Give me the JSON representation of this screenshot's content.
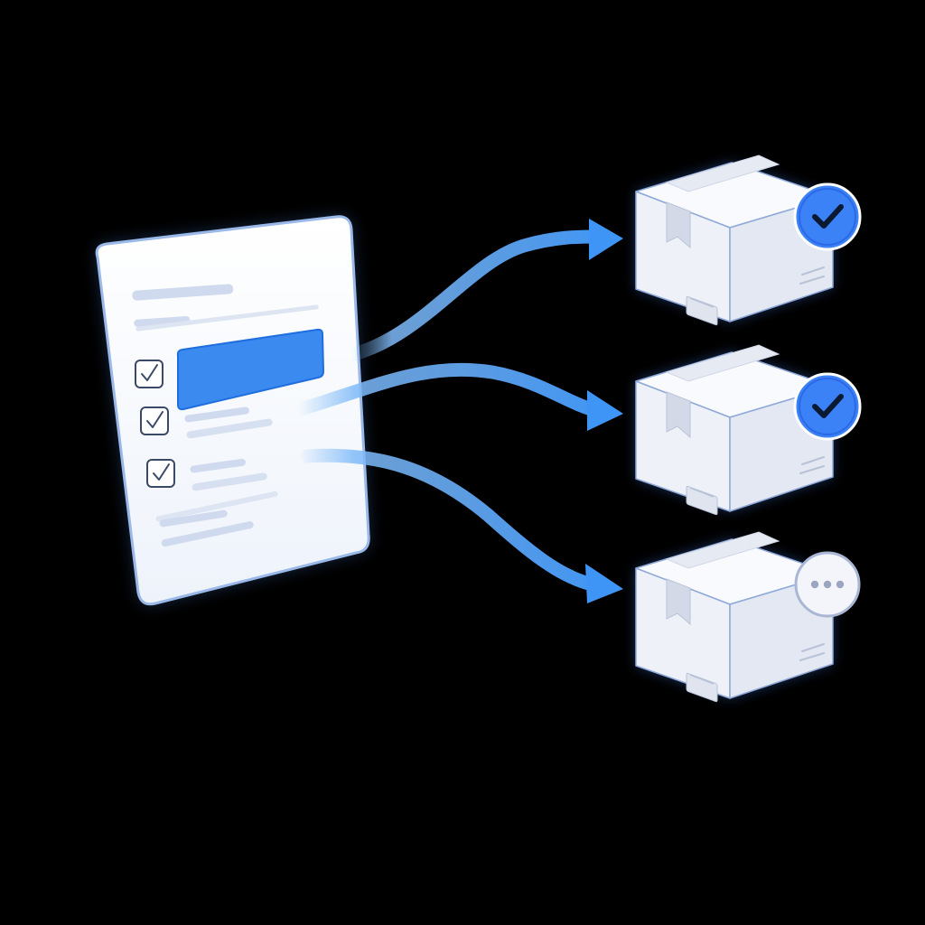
{
  "colors": {
    "background": "#000000",
    "accent": "#3b82f6",
    "accent_dark": "#1d4ed8",
    "arrow": "#4ea1f7",
    "paper": "#f7f9fd",
    "paper_border": "#9ab8e8",
    "placeholder_line": "#cfdaee",
    "box_face_front": "#eef1f8",
    "box_face_top": "#f9fafd",
    "box_face_side": "#e3e8f2",
    "box_edge": "#8fa9d8"
  },
  "document": {
    "icon": "checklist-document-icon",
    "checklist_items": [
      {
        "checked": true,
        "highlighted": true
      },
      {
        "checked": true,
        "highlighted": false
      },
      {
        "checked": true,
        "highlighted": false
      }
    ]
  },
  "arrows": [
    {
      "icon": "flow-arrow-icon",
      "target": "package-1"
    },
    {
      "icon": "flow-arrow-icon",
      "target": "package-2"
    },
    {
      "icon": "flow-arrow-icon",
      "target": "package-3"
    }
  ],
  "packages": [
    {
      "icon": "package-box-icon",
      "status": "complete",
      "status_icon": "checkmark-badge-icon"
    },
    {
      "icon": "package-box-icon",
      "status": "complete",
      "status_icon": "checkmark-badge-icon"
    },
    {
      "icon": "package-box-icon",
      "status": "pending",
      "status_icon": "ellipsis-badge-icon"
    }
  ]
}
